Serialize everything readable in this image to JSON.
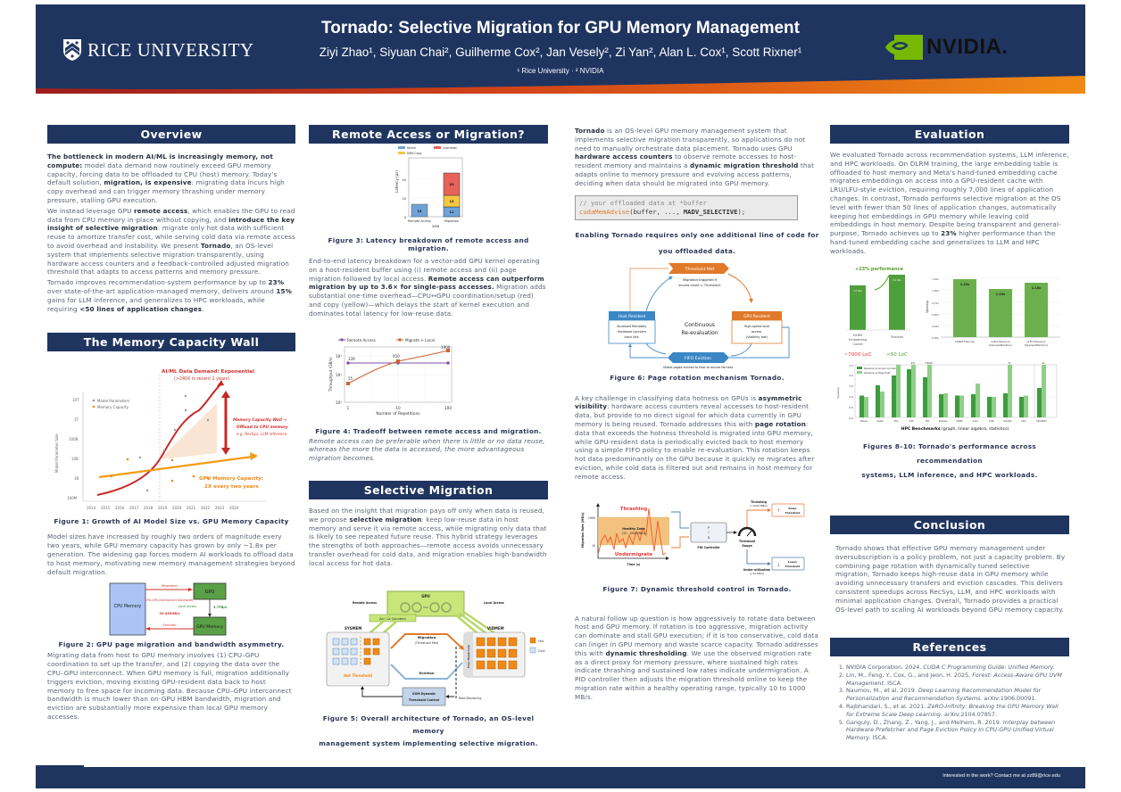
{
  "header": {
    "title": "Tornado: Selective Migration for GPU Memory Management",
    "authors": "Ziyi Zhao¹, Siyuan Chai², Guilherme Cox², Jan Vesely², Zi Yan², Alan L. Cox¹, Scott Rixner¹",
    "affiliations": "¹ Rice University · ² NVIDIA",
    "left_logo": "RICE UNIVERSITY",
    "right_logo": "NVIDIA."
  },
  "overview": {
    "heading": "Overview",
    "p1_b1": "The bottleneck in modern AI/ML is increasingly memory, not compute:",
    "p1_t1": " model data demand now routinely exceed GPU memory capacity, forcing data to be offloaded to CPU (host) memory. Today's default solution, ",
    "p1_b2": "migration, is expensive",
    "p1_t2": ": migrating data incurs high copy overhead and can trigger memory thrashing under memory pressure, stalling GPU execution.",
    "p2_t1": "We instead leverage GPU ",
    "p2_b1": "remote access",
    "p2_t2": ", which enables the GPU to read data from CPU memory in-place without copying, and ",
    "p2_b2": "introduce the key insight of selective migration",
    "p2_t3": ": migrate only hot data with sufficient reuse to amortize transfer cost, while serving cold data via remote access to avoid overhead and instability. We present ",
    "p2_b3": "Tornado",
    "p2_t4": ", an OS-level system that implements selective migration transparently, using hardware access counters and a feedback-controlled adjusted migration threshold that adapts to access patterns and memory pressure.",
    "p3_t1": "Tornado improves recommendation-system performance by up to ",
    "p3_b1": "23%",
    "p3_t2": " over state-of-the-art application-managed memory, delivers around ",
    "p3_b2": "15%",
    "p3_t3": " gains for LLM inference, and generalizes to HPC workloads, while requiring ",
    "p3_b3": "<50 lines of application changes",
    "p3_t4": "."
  },
  "memory_wall": {
    "heading": "The Memory Capacity Wall",
    "fig1_caption": "Figure 1: Growth of AI Model Size vs. GPU Memory Capacity",
    "fig1": {
      "demand_label": "AI/ML Data Demand: Exponential",
      "demand_sub": "(>240X in recent 2 years)",
      "wall_label_1": "Memory Capacity Wall →",
      "wall_label_2": "Offload to CPU memory",
      "wall_label_3": "e.g. RecSys, LLM inference",
      "gpu_label_1": "GPU Memory Capacity:",
      "gpu_label_2": "2X every two years",
      "legend_model": "Model Parameters",
      "legend_mem": "Memory Capacity",
      "ylabel": "Model Parameter Size",
      "yticks": [
        "10T",
        "1T",
        "100B",
        "10B",
        "1B",
        "100M"
      ],
      "xticks": [
        "2014",
        "2015",
        "2016",
        "2017",
        "2018",
        "2019",
        "2020",
        "2021",
        "2022",
        "2023",
        "2024"
      ]
    },
    "body": "Model sizes have increased by roughly two orders of magnitude every two years, while GPU memory capacity has grown by only ~1.8x per generation. The widening gap forces modern AI workloads to offload data to host memory, motivating new memory management strategies beyond default migration.",
    "fig2": {
      "cpu": "CPU Memory",
      "gpu": "GPU",
      "gpu_mem": "GPU Memory",
      "migration": "Migration",
      "eviction": "Eviction",
      "interconnect": "CPU-GPU Interconnect Bandwidth:",
      "bw": "32-450GB/s",
      "local": "Local Access",
      "local_bw": "3.7TB/s"
    },
    "fig2_caption": "Figure 2: GPU page migration and bandwidth asymmetry.",
    "body2": "Migrating data from host to GPU memory involves (1) CPU–GPU coordination to set up the transfer, and (2) copying the data over the CPU–GPU interconnect. When GPU memory is full, migration additionally triggers eviction, moving existing GPU-resident data back to host memory to free space for incoming data. Because CPU–GPU interconnect bandwidth is much lower than on-GPU HBM bandwidth, migration and eviction are substantially more expensive than local GPU memory accesses."
  },
  "remote_access": {
    "heading": "Remote Access or Migration?",
    "fig3_caption": "Figure 3: Latency breakdown of remote access and migration.",
    "p_t1": "End-to-end latency breakdown for a vector-add GPU kernel operating on a host-resident buffer using (i) remote access and (ii) page migration followed by local access. ",
    "p_b1": "Remote access can outperform migration by up to 3.6× for single-pass accesses.",
    "p_t2": " Migration adds substantial one-time overhead—CPU↔GPU coordination/setup (red) and copy (yellow)—which delays the start of kernel execution and dominates total latency for low-reuse data.",
    "fig4_caption": "Figure 4: Tradeoff between remote access and migration.",
    "fig4_note": "Remote access can be preferable when there is little or no data reuse, whereas the more the data is accessed, the more advantageous migration becomes."
  },
  "selective": {
    "heading": "Selective Migration",
    "p_t1": "Based on the insight that migration pays off only when data is reused, we propose ",
    "p_b1": "selective migration",
    "p_t2": ": keep low-reuse data in host memory and serve it via remote access, while migrating only data that is likely to see repeated future reuse. This hybrid strategy leverages the strengths of both approaches—remote access avoids unnecessary transfer overhead for cold data, and migration enables high-bandwidth local access for hot data.",
    "fig5": {
      "gpu": "GPU",
      "remote": "Remote Access",
      "local": "Local Access",
      "counters": "Access Counters",
      "sysmem": "SYSMEM",
      "vidmem": "VIDMEM",
      "migration": "Migration",
      "migration_sub": "(Threshold Met)",
      "eviction": "Eviction",
      "hot_threshold": "Hot Threshold",
      "headroom": "Free Headroom",
      "uvm": "UVM Dynamic Threshold Control",
      "rate": "Rate Monitoring",
      "legend_hot": "Hot",
      "legend_cold": "Cold"
    },
    "fig5_caption_1": "Figure 5: Overall architecture of Tornado, an OS-level memory",
    "fig5_caption_2": "management system implementing selective migration."
  },
  "tornado": {
    "p_b1": "Tornado",
    "p_t1": " is an OS-level GPU memory management system that implements selective migration transparently, so applications do not need to manually orchestrate data placement. Tornado uses GPU ",
    "p_b2": "hardware access counters",
    "p_t2": " to observe remote accesses to host-resident memory and maintains a ",
    "p_b3": "dynamic migration threshold",
    "p_t3": " that adapts online to memory pressure and evolving access patterns, deciding when data should be migrated into GPU memory.",
    "code_comment": "// your offloaded data at *buffer",
    "code_fn": "cudaMemAdvise",
    "code_args": "(buffer, ..., ",
    "code_flag": "MADV_SELECTIVE",
    "code_end": ");",
    "code_caption_1": "Enabling Tornado requires only one additional line of code for",
    "code_caption_2": "you offloaded data.",
    "fig6": {
      "threshold_met": "Threshold Met",
      "threshold_desc": "Migration triggered if access count > Threshold.",
      "host_resident": "Host Resident",
      "host_desc": "Accessed Remotely. Hardware counters track hits.",
      "gpu_resident": "GPU Resident",
      "gpu_desc": "High-speed local access. (Visibility lost)",
      "center_1": "Continuous",
      "center_2": "Re-evaluation",
      "fifo": "FIFO Eviction",
      "fifo_desc": "Oldest pages evicted to Host to ensure fairness and re-validation."
    },
    "fig6_caption": "Figure 6: Page rotation mechanism Tornado.",
    "p2_t1": "A key challenge in classifying data hotness on GPUs is ",
    "p2_b1": "asymmetric visibility",
    "p2_t2": ": hardware access counters reveal accesses to host-resident data, but provide to no direct signal for which data currently in GPU memory is being reused. Tornado addresses this with ",
    "p2_b2": "page rotation",
    "p2_t3": ": data that exceeds the hotness threshold is migrated into GPU memory, while GPU-resident data is periodically evicted back to host memory using a simple FIFO policy to enable re-evaluation. This rotation keeps hot data predominantly on the GPU because it quickly re migrates after eviction, while cold data is filtered out and remains in host memory for remote access.",
    "fig7": {
      "thrashing": "Thrashing",
      "healthy": "Healthy Zone",
      "healthy_sub": "(10 - 1000 MB/s)",
      "undermigrate": "Undermigrate",
      "ylabel": "Migration Rate (MB/s)",
      "xlabel": "Time (s)",
      "y1000": "1000",
      "y10": "10",
      "pid": "PID Controller",
      "gauge": "Threshold Gauge",
      "thr_label": "Thrashing",
      "thr_sub": "(>1000 MB/s)",
      "raise": "Raise Threshold",
      "under_label": "Under-utilization",
      "under_sub": "(<10 MB/s)",
      "lower": "Lower Threshold"
    },
    "fig7_caption": "Figure 7: Dynamic threshold control in Tornado.",
    "p3_t1": "A natural follow up question is how aggressively to rotate data between host and GPU memory. If rotation is too aggressive, migration activity can dominate and stall GPU execution; if it is too conservative, cold data can linger in GPU memory and waste scarce capacity. Tornado addresses this with ",
    "p3_b1": "dynamic thresholding",
    "p3_t2": ". We use the observed migration rate as a direct proxy for memory pressure, where sustained high rates indicate thrashing and sustained low rates indicate undermigration. A PID controller then adjusts the migration threshold online to keep the migration rate within a healthy operating range, typically 10 to 1000 MB/s."
  },
  "evaluation": {
    "heading": "Evaluation",
    "p_t1": "We evaluated Tornado across recommendation systems, LLM inference, and HPC workloads. On DLRM training, the large embedding table is offloaded to host memory and Meta's hand-tuned embedding cache migrates embeddings on access into a GPU-resident cache with LRU/LFU-style eviction, requiring roughly 7,000 lines of application changes. In contrast, Tornado performs selective migration at the OS level with fewer than 50 lines of application changes, automatically keeping hot embeddings in GPU memory while leaving cold embeddings in host memory. Despite being transparent and general-purpose, Tornado achieves up to ",
    "p_b1": "23%",
    "p_t2": " higher performance than the hand-tuned embedding cache and generalizes to LLM and HPC workloads.",
    "perf_label": "+23% performance",
    "loc_left": "~7000 LoC",
    "loc_right": "<50 LoC",
    "fig_caption_1": "Figures 8–10: Tornado's performance across recommendation",
    "fig_caption_2": "systems, LLM inference, and HPC workloads.",
    "hpc_xlabel_b": "HPC Benchmarks",
    "hpc_xlabel_t": " (graph, linear algebra, statistics)"
  },
  "conclusion": {
    "heading": "Conclusion",
    "body": "Tornado shows that effective GPU memory management under oversubscription is a policy problem, not just a capacity problem. By combining page rotation with dynamically tuned selective migration, Tornado keeps high-reuse data in GPU memory while avoiding unnecessary transfers and eviction cascades. This delivers consistent speedups across RecSys, LLM, and HPC workloads with minimal application changes. Overall, Tornado provides a practical OS-level path to scaling AI workloads beyond GPU memory capacity."
  },
  "references": {
    "heading": "References",
    "items": [
      {
        "pre": "NVIDIA Corporation. 2024. ",
        "it": "CUDA C Programming Guide: Unified Memory.",
        "post": ""
      },
      {
        "pre": "Lin, M., Feng, Y., Cox, G., and Jeon, H. 2025. ",
        "it": "Forest: Access-Aware GPU UVM Management.",
        "post": " ISCA."
      },
      {
        "pre": "Naumov, M., et al. 2019. ",
        "it": "Deep Learning Recommendation Model for Personalization and Recommendation Systems.",
        "post": " arXiv:1906.00091."
      },
      {
        "pre": "Rajbhandari, S., et al. 2021. ",
        "it": "ZeRO-Infinity: Breaking the GPU Memory Wall for Extreme Scale Deep Learning.",
        "post": " arXiv:2104.07857."
      },
      {
        "pre": "Ganguly, D., Zhang, Z., Yang, J., and Melhem, R. 2019. ",
        "it": "Interplay between Hardware Prefetcher and Page Eviction Policy in CPU-GPU Unified Virtual Memory.",
        "post": " ISCA."
      }
    ]
  },
  "footer": {
    "contact": "Interested in the work? Contact me at zz89@rice.edu"
  },
  "chart_data": [
    {
      "id": "fig3",
      "type": "bar",
      "title": "Latency breakdown (2MB)",
      "categories": [
        "Remote Access",
        "Migration"
      ],
      "series": [
        {
          "name": "Kernel",
          "color": "#6fa3d8",
          "values": [
            13,
            11
          ]
        },
        {
          "name": "DMA Copy",
          "color": "#f5c842",
          "values": [
            0,
            13
          ]
        },
        {
          "name": "Overhead",
          "color": "#e8625a",
          "values": [
            0,
            23
          ]
        }
      ],
      "labels": {
        "remote_kernel": "13",
        "mig_kernel": "11",
        "mig_dma": "13",
        "mig_overhead": "23"
      },
      "xlabel": "2MB",
      "ylabel": "Latency (µs)",
      "yticks": [
        "0",
        "20",
        "40"
      ],
      "ylim": [
        0,
        50
      ]
    },
    {
      "id": "fig4",
      "type": "line",
      "x": [
        1,
        10,
        100
      ],
      "xticks": [
        "1",
        "10",
        "100"
      ],
      "series": [
        {
          "name": "Remote Access",
          "color": "#7e4fa8",
          "values": [
            339,
            339,
            339
          ]
        },
        {
          "name": "Migrate + Local",
          "color": "#d0642f",
          "values": [
            55,
            450,
            1900
          ]
        }
      ],
      "point_labels": [
        "339",
        "55",
        "450",
        "1900"
      ],
      "xlabel": "Number of Repetitions",
      "ylabel": "Throughput (GB/s)",
      "yscale": "log",
      "yticks": [
        "10¹",
        "10²",
        "10³"
      ]
    },
    {
      "id": "fig8",
      "type": "bar",
      "categories": [
        "DLRM Embedding Cache",
        "Tornado"
      ],
      "values": [
        17,
        21
      ],
      "labels": [
        "17 it/s",
        "21 it/s"
      ],
      "annotation": "+23% performance"
    },
    {
      "id": "fig9",
      "type": "bar",
      "categories": [
        "DLRM Training",
        "LLM Inference (DenseAttention)",
        "LLM Inference (SparseAttention)"
      ],
      "values": [
        1.23,
        1.03,
        1.15
      ],
      "labels": [
        "1.23x",
        "1.03x",
        "1.15x"
      ],
      "ylabel": "Speedup",
      "yticks": [
        "0.00x",
        "0.25x",
        "0.50x",
        "0.75x",
        "1.00x",
        "1.25x"
      ],
      "ylim": [
        0,
        1.25
      ]
    },
    {
      "id": "fig10",
      "type": "bar",
      "categories": [
        "KMeans",
        "Logistic Regression",
        "MVA",
        "SVM",
        "SPS",
        "Bayesian Net",
        "GEMM",
        "Gram-Schmidt",
        "SYRK",
        "2DCONV",
        "ATAX",
        "GESUMMV"
      ],
      "series": [
        {
          "name": "Speedup vs Access Counter",
          "color": "#3f9b3f",
          "values": [
            1.05,
            1.5,
            2.0,
            2.3,
            1.9,
            1.1,
            1.05,
            1.1,
            1.0,
            1.15,
            1.0,
            1.4
          ]
        },
        {
          "name": "Speedup vs Page Fault",
          "color": "#8fcf8a",
          "values": [
            1.0,
            1.2,
            2.5,
            2.5,
            2.5,
            1.15,
            1.05,
            1.6,
            1.0,
            2.5,
            1.05,
            2.5
          ]
        }
      ],
      "clipped_labels": [
        "23x",
        "4300x",
        "3x",
        "4x"
      ],
      "ylabel": "Speedup",
      "yticks": [
        "0.0",
        "0.5",
        "1.0",
        "1.5",
        "2.0",
        "2.5"
      ],
      "ylim": [
        0,
        2.5
      ],
      "xlabel": "HPC Benchmarks (graph, linear algebra, statistics)"
    }
  ]
}
